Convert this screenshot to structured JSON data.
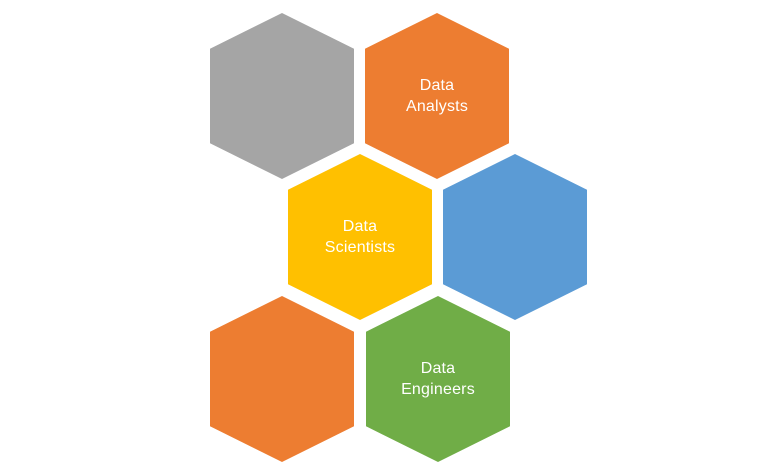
{
  "diagram": {
    "type": "honeycomb",
    "background_color": "#ffffff",
    "label_text_color": "#ffffff",
    "hexagons": [
      {
        "name": "gray-hexagon",
        "label": "",
        "color": "#a5a5a5"
      },
      {
        "name": "data-analysts-hexagon",
        "label": "Data\nAnalysts",
        "color": "#ed7d31"
      },
      {
        "name": "data-scientists-hexagon",
        "label": "Data\nScientists",
        "color": "#ffc000"
      },
      {
        "name": "blue-hexagon",
        "label": "",
        "color": "#5b9bd5"
      },
      {
        "name": "orange-hexagon",
        "label": "",
        "color": "#ed7d31"
      },
      {
        "name": "data-engineers-hexagon",
        "label": "Data\nEngineers",
        "color": "#70ad47"
      }
    ]
  }
}
